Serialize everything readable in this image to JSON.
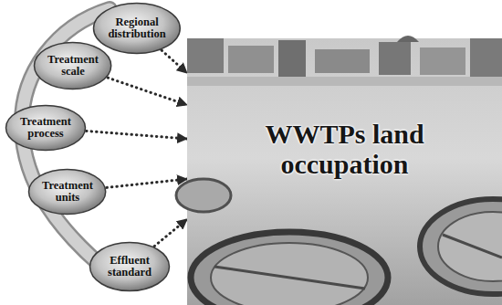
{
  "diagram": {
    "nodes": [
      {
        "text": [
          "Regional distribution"
        ]
      },
      {
        "text": [
          "Treatment scale"
        ]
      },
      {
        "text": [
          "Treatment process"
        ]
      },
      {
        "text": [
          "Treatment units"
        ]
      },
      {
        "text": [
          "Effluent standard"
        ]
      },
      {
        "text": [
          "WWTPs land occupation"
        ]
      }
    ],
    "edges": [
      {
        "from": 0,
        "to": 5,
        "arrow": "to"
      },
      {
        "from": 1,
        "to": 5,
        "arrow": "to"
      },
      {
        "from": 2,
        "to": 5,
        "arrow": "to"
      },
      {
        "from": 3,
        "to": 5,
        "arrow": "to"
      },
      {
        "from": 4,
        "to": 5,
        "arrow": "to"
      }
    ]
  }
}
